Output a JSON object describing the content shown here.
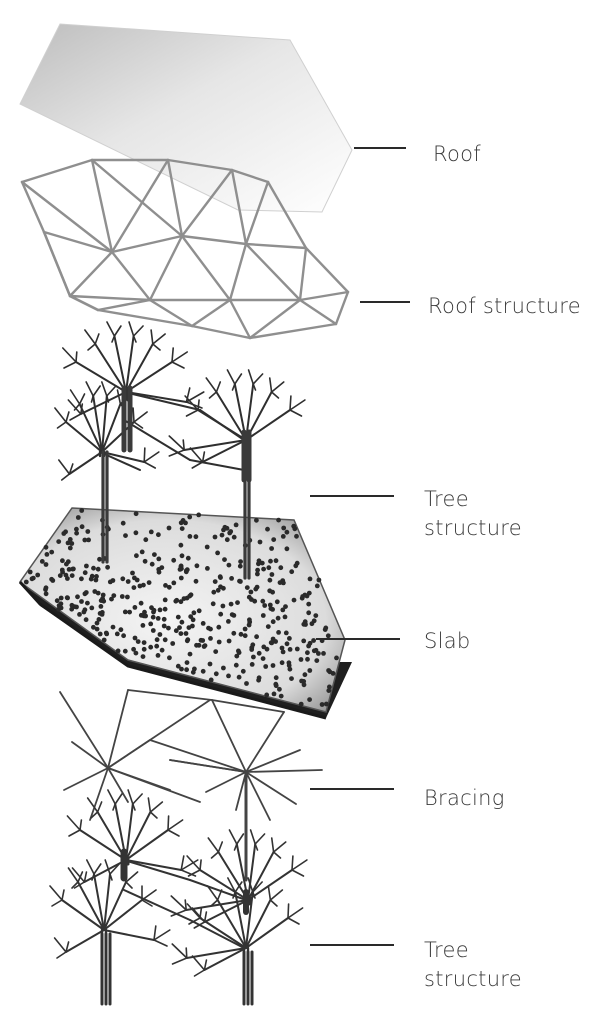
{
  "layers": [
    {
      "id": "roof",
      "lines": [
        "Roof"
      ]
    },
    {
      "id": "roof-structure",
      "lines": [
        "Roof structure"
      ]
    },
    {
      "id": "tree-structure-upper",
      "lines": [
        "Tree",
        "structure"
      ]
    },
    {
      "id": "slab",
      "lines": [
        "Slab"
      ]
    },
    {
      "id": "bracing",
      "lines": [
        "Bracing"
      ]
    },
    {
      "id": "tree-structure-lower",
      "lines": [
        "Tree",
        "structure"
      ]
    }
  ]
}
